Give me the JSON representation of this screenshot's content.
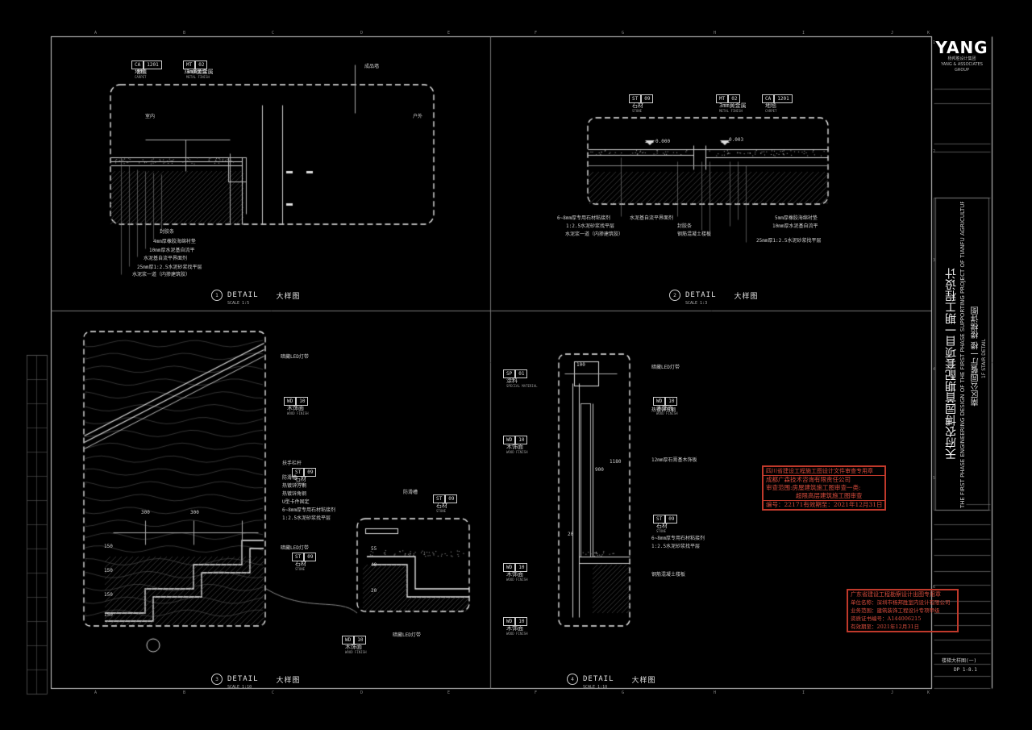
{
  "titleblock": {
    "logo": "YANG",
    "logo_sub": "杨邦胜设计集团",
    "logo_sub2": "YANG & ASSOCIATES GROUP",
    "project_cn": "天府农博园首期配套项目一期工程设计",
    "project_en": "THE FIRST PHASE ENGINEERING DESIGN OF THE FIRST PHASE SUPPORTING PROJECT OF TIANFU AGRICULTURAL EXPO PARK",
    "sheet_cn": "南区公园餐厅一楼 楼梯详图",
    "sheet_en": "1F STAIR DETAIL",
    "sheet_no": "DP 1-8.1",
    "drawing_name": "楼梯大样图(一)"
  },
  "details": [
    {
      "num": "1",
      "title": "DETAIL",
      "cn": "大样图",
      "scale": "SCALE  1:5"
    },
    {
      "num": "2",
      "title": "DETAIL",
      "cn": "大样图",
      "scale": "SCALE  1:3"
    },
    {
      "num": "3",
      "title": "DETAIL",
      "cn": "大样图",
      "scale": "SCALE  1:10"
    },
    {
      "num": "4",
      "title": "DETAIL",
      "cn": "大样图",
      "scale": "SCALE  1:10"
    }
  ],
  "tags": {
    "d1": [
      {
        "code": "CA",
        "no": "1201",
        "name": "地毯",
        "en": "CARPET"
      },
      {
        "code": "MT",
        "no": "02",
        "name": "3mm黄金属",
        "en": "METAL FINISH"
      }
    ],
    "d2": [
      {
        "code": "ST",
        "no": "09",
        "name": "石材",
        "en": "STONE"
      },
      {
        "code": "MT",
        "no": "02",
        "name": "3mm黄金属",
        "en": "METAL FINISH"
      },
      {
        "code": "CA",
        "no": "1201",
        "name": "地毯",
        "en": "CARPET"
      }
    ],
    "d3": [
      {
        "code": "WD",
        "no": "10",
        "name": "木饰面",
        "en": "WOOD FINISH"
      },
      {
        "code": "ST",
        "no": "09",
        "name": "石材",
        "en": "STONE"
      },
      {
        "code": "ST",
        "no": "09",
        "name": "石材",
        "en": "STONE"
      },
      {
        "code": "ST",
        "no": "09",
        "name": "石材",
        "en": "STONE"
      },
      {
        "code": "WD",
        "no": "10",
        "name": "木饰面",
        "en": "WOOD FINISH"
      }
    ],
    "d4": [
      {
        "code": "SP",
        "no": "01",
        "name": "涂料",
        "en": "SPECIAL MATERIAL"
      },
      {
        "code": "WD",
        "no": "10",
        "name": "木饰面",
        "en": "WOOD FINISH"
      },
      {
        "code": "WD",
        "no": "10",
        "name": "木饰面",
        "en": "WOOD FINISH"
      },
      {
        "code": "ST",
        "no": "09",
        "name": "石材",
        "en": "STONE"
      },
      {
        "code": "WD",
        "no": "10",
        "name": "木饰面",
        "en": "WOOD FINISH"
      },
      {
        "code": "WD",
        "no": "10",
        "name": "木饰面",
        "en": "WOOD FINISH"
      }
    ]
  },
  "notes": {
    "d1": [
      "地毯",
      "3mm黄金属",
      "成品墙",
      "室内",
      "户外",
      "封胶条",
      "4mm厚橡胶海绵衬垫",
      "10mm厚水泥基自流平",
      "水泥基自流平界面剂",
      "25mm厚1:2.5水泥砂浆找平层",
      "水泥浆一道（内掺建筑胶）"
    ],
    "d2": [
      "6~8mm厚专用石材粘接剂",
      "1:2.5水泥砂浆找平层",
      "水泥浆一道（内掺建筑胶）",
      "水泥基自流平界面剂",
      "封胶条",
      "钢筋混凝土楼板",
      "5mm厚橡胶海绵衬垫",
      "10mm厚水泥基自流平",
      "25mm厚1:2.5水泥砂浆找平层"
    ],
    "d2_levels": [
      "0.000",
      "0.003"
    ],
    "d3": [
      "暗藏LED灯带",
      "扶手栏杆",
      "防滑槽",
      "热镀锌方钢",
      "热镀锌角钢",
      "U型卡件固定",
      "6~8mm厚专用石材粘接剂",
      "1:2.5水泥砂浆找平层",
      "暗藏LED灯带",
      "防滑槽",
      "暗藏LED灯带"
    ],
    "d3_dims": [
      "300",
      "300",
      "150",
      "150",
      "150",
      "150",
      "40",
      "55",
      "20"
    ],
    "d4": [
      "暗藏LED灯带",
      "热镀锌方钢",
      "12mm厚石膏基木饰板",
      "6~8mm厚专用石材粘接剂",
      "1:2.5水泥砂浆找平层",
      "钢筋混凝土楼板"
    ],
    "d4_dims": [
      "100",
      "900",
      "1180",
      "20"
    ]
  },
  "stamps": {
    "sichuan": [
      "四川省建设工程施工图设计文件审查专用章",
      "成都广森技术咨询有限责任公司",
      "审查范围:房屋建筑施工图审查一类:",
      "超限高层建筑施工图审查",
      "编号：22171",
      "有效期至：2021年12月31日"
    ],
    "guangdong": [
      "广东省建设工程勘察设计出图专用章",
      "单位名称：深圳市杨邦胜室内设计有限公司",
      "业务范围：建筑装饰工程设计专项甲级",
      "资质证书编号：A144006215",
      "有效期至：2021年12月31日"
    ]
  },
  "grid_letters": [
    "A",
    "B",
    "C",
    "D",
    "E",
    "F",
    "G",
    "H",
    "I",
    "J",
    "K"
  ],
  "grid_numbers": [
    "1",
    "2",
    "3",
    "4",
    "5",
    "6"
  ]
}
